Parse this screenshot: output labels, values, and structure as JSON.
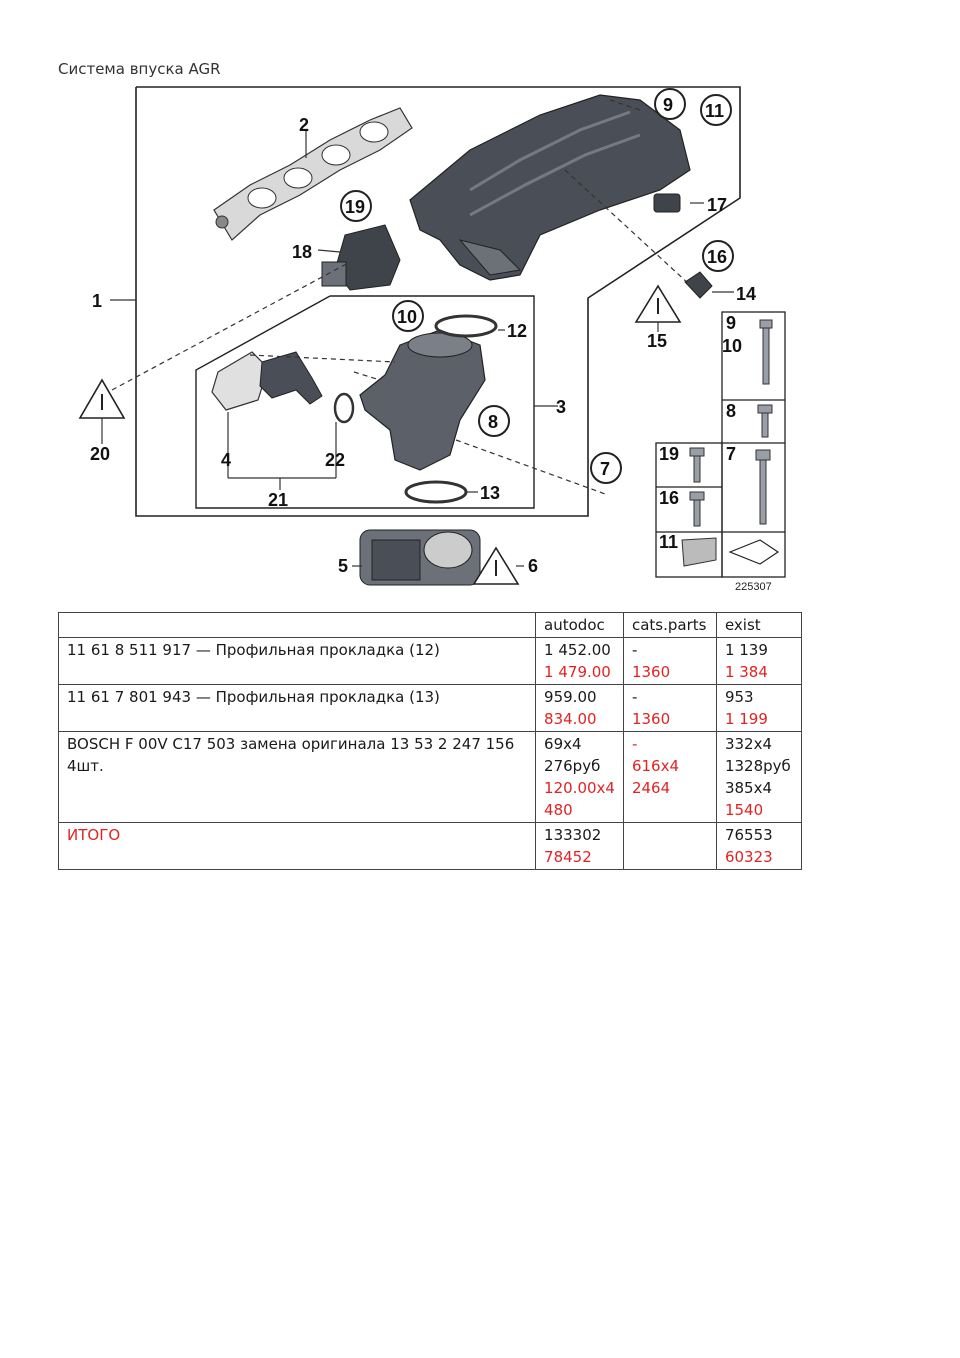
{
  "title": "Система впуска AGR",
  "diagram": {
    "callouts": [
      "1",
      "2",
      "3",
      "4",
      "5",
      "6",
      "7",
      "8",
      "9",
      "10",
      "11",
      "12",
      "13",
      "14",
      "15",
      "16",
      "17",
      "18",
      "19",
      "20",
      "21",
      "22"
    ],
    "legend": {
      "n9": "9",
      "n10": "10",
      "n8": "8",
      "n19": "19",
      "n7": "7",
      "n16": "16",
      "n11": "11"
    },
    "drawing_number": "225307"
  },
  "table": {
    "headers": [
      "",
      "autodoc",
      "cats.parts",
      "exist"
    ],
    "rows": [
      {
        "name": "11 61 8 511 917 — Профильная прокладка (12)",
        "autodoc": [
          "1 452.00",
          "1 479.00"
        ],
        "cats": [
          "-",
          "1360"
        ],
        "exist": [
          "1 139",
          "1 384"
        ]
      },
      {
        "name": "11 61 7 801 943 — Профильная прокладка (13)",
        "autodoc": [
          "959.00",
          "834.00"
        ],
        "cats": [
          "-",
          "1360"
        ],
        "exist": [
          "953",
          "1 199"
        ]
      },
      {
        "name": "BOSCH F 00V C17 503 замена оригинала 13 53 2 247 156 4шт.",
        "autodoc": [
          "69x4",
          "276руб",
          "120.00x4",
          "480"
        ],
        "cats": [
          "-",
          "616x4",
          "2464"
        ],
        "exist": [
          "332x4",
          "1328руб",
          "385x4",
          "1540"
        ]
      },
      {
        "name": "ИТОГО",
        "autodoc": [
          "133302",
          "78452"
        ],
        "cats": [],
        "exist": [
          "76553",
          "60323"
        ]
      }
    ]
  },
  "colors": {
    "red": "#e32222",
    "border": "#444444"
  }
}
